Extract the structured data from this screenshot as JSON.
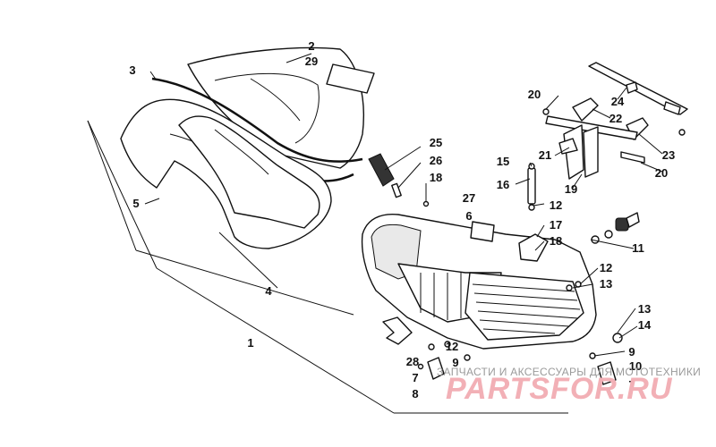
{
  "callouts": [
    "2",
    "29",
    "3",
    "5",
    "4",
    "1",
    "25",
    "26",
    "18",
    "27",
    "6",
    "15",
    "16",
    "12",
    "17",
    "18",
    "21",
    "19",
    "20",
    "24",
    "22",
    "23",
    "20",
    "11",
    "12",
    "13",
    "13",
    "14",
    "9",
    "10",
    "7",
    "7",
    "8",
    "28",
    "12",
    "9"
  ],
  "watermark": {
    "caption": "ЗАПЧАСТИ И АКСЕССУАРЫ ДЛЯ МОТОТЕХНИКИ",
    "brand": "PARTSFOR.RU",
    "caption_color": "#9a9a9a",
    "brand_color": "#f2b0b6"
  }
}
